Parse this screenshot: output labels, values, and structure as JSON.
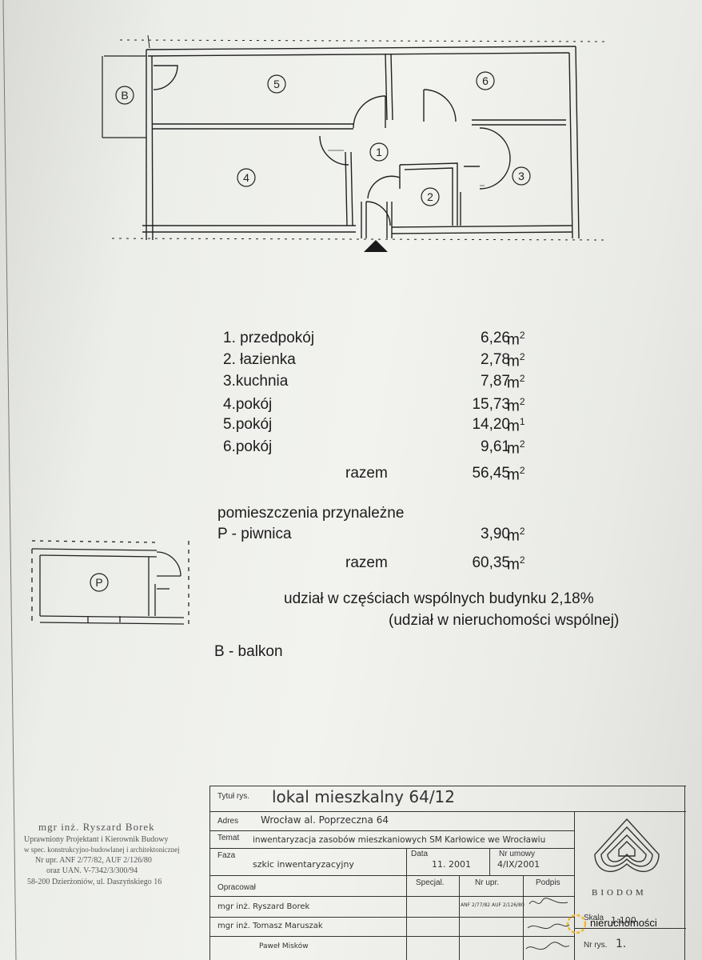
{
  "plan": {
    "room_markers": [
      "1",
      "2",
      "3",
      "4",
      "5",
      "6"
    ],
    "balcony_marker": "B",
    "basement_marker": "P"
  },
  "areas": {
    "rooms": [
      {
        "name": "1. przedpokój",
        "value": "6,26",
        "unit": "m",
        "exp": "2"
      },
      {
        "name": "2. łazienka",
        "value": "2,78",
        "unit": "m",
        "exp": "2"
      },
      {
        "name": "3.kuchnia",
        "value": "7,87",
        "unit": "m",
        "exp": "2"
      },
      {
        "name": "4.pokój",
        "value": "15,73",
        "unit": "m",
        "exp": "2"
      },
      {
        "name": "5.pokój",
        "value": "14,20",
        "unit": "m",
        "exp": "1"
      },
      {
        "name": "6.pokój",
        "value": "9,61",
        "unit": "m",
        "exp": "2"
      }
    ],
    "total1": {
      "label": "razem",
      "value": "56,45",
      "unit": "m",
      "exp": "2"
    },
    "assoc_heading": "pomieszczenia przynależne",
    "basement": {
      "name": "P - piwnica",
      "value": "3,90",
      "unit": "m",
      "exp": "2"
    },
    "total2": {
      "label": "razem",
      "value": "60,35",
      "unit": "m",
      "exp": "2"
    },
    "share_line1": "udział w częściach wspólnych budynku 2,18%",
    "share_line2": "(udział w nieruchomości wspólnej)",
    "balcony_legend": "B - balkon"
  },
  "designer_stamp": {
    "line1": "mgr inż. Ryszard Borek",
    "line2": "Uprawniony Projektant i Kierownik Budowy",
    "line3": "w spec. konstrukcyjno-budowlanej i architektonicznej",
    "line4": "Nr upr. ANF 2/77/82, AUF 2/126/80",
    "line5": "oraz UAN. V-7342/3/300/94",
    "line6": "58-200 Dzierżoniów, ul. Daszyńskiego 16"
  },
  "title_block": {
    "tytul_label": "Tytuł rys.",
    "tytul_value": "lokal mieszkalny 64/12",
    "adres_label": "Adres",
    "adres_value": "Wrocław al. Poprzeczna 64",
    "temat_label": "Temat",
    "temat_value": "inwentaryzacja zasobów mieszkaniowych SM Karłowice we Wrocławiu",
    "faza_label": "Faza",
    "faza_value": "szkic inwentaryzacyjny",
    "data_label": "Data",
    "data_value": "11. 2001",
    "umowy_label": "Nr umowy",
    "umowy_value": "4/IX/2001",
    "opracowal_label": "Opracował",
    "specjal_label": "Specjal.",
    "upr_label": "Nr upr.",
    "podpis_label": "Podpis",
    "person1": "mgr inż. Ryszard Borek",
    "person1_upr": "ANF 2/77/82 AUF 2/126/80",
    "person2": "mgr inż. Tomasz Maruszak",
    "person3": "Paweł Misków",
    "skala_label": "Skala",
    "skala_value": "1:100",
    "nr_rys_label": "Nr rys.",
    "nr_rys_value": "1.",
    "logo_text": "BIODOM"
  },
  "watermark": {
    "prefix": "",
    "text": "nieruchomości"
  }
}
